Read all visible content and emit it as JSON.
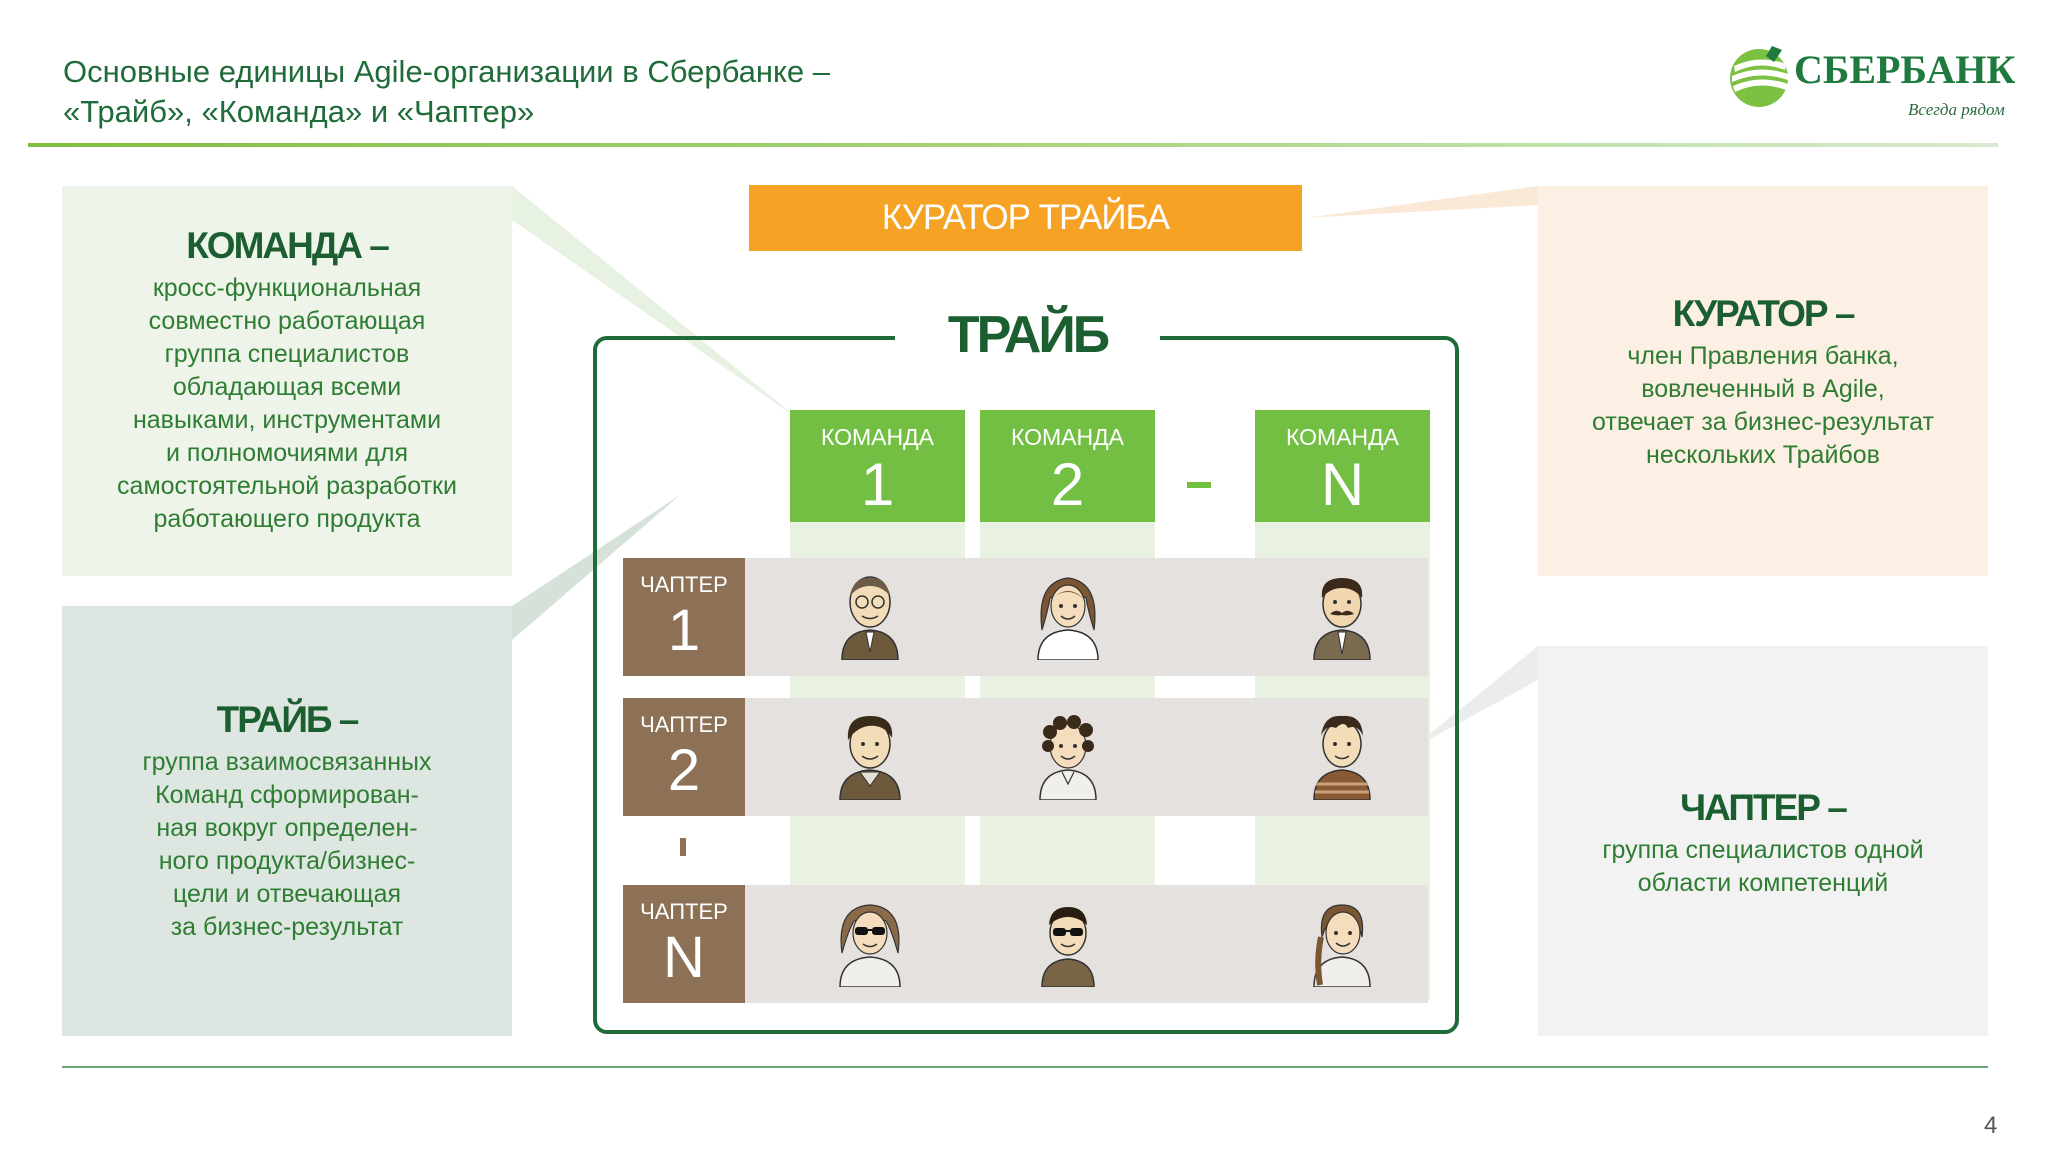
{
  "slide": {
    "title": "Основные единицы Agile-организации в Сбербанке –\n«Трайб», «Команда» и «Чаптер»",
    "page_number": "4"
  },
  "logo": {
    "wordmark": "СБЕРБАНК",
    "slogan": "Всегда рядом",
    "color": "#1f7a3f"
  },
  "definitions": {
    "team": {
      "heading": "КОМАНДА –",
      "text": "кросс-функциональная\nсовместно работающая\nгруппа специалистов\nобладающая всеми\nнавыками, инструментами\nи полномочиями для\nсамостоятельной разработки\nработающего продукта"
    },
    "tribe": {
      "heading": "ТРАЙБ –",
      "text": "группа взаимосвязанных\nКоманд сформирован-\nная вокруг определен-\nного продукта/бизнес-\nцели и отвечающая\nза бизнес-результат"
    },
    "curator": {
      "heading": "КУРАТОР –",
      "text": "член Правления банка,\nвовлеченный в Agile,\nотвечает за бизнес-результат\nнескольких Трайбов"
    },
    "chapter": {
      "heading": "ЧАПТЕР –",
      "text": "группа специалистов одной\nобласти компетенций"
    }
  },
  "diagram": {
    "curator_bar": "КУРАТОР ТРАЙБА",
    "tribe_title": "ТРАЙБ",
    "teams": [
      {
        "label": "КОМАНДА",
        "number": "1"
      },
      {
        "label": "КОМАНДА",
        "number": "2"
      },
      {
        "label": "КОМАНДА",
        "number": "N"
      }
    ],
    "chapters": [
      {
        "label": "ЧАПТЕР",
        "number": "1",
        "people": [
          "person-glasses-icon",
          "person-long-hair-icon",
          "person-mustache-icon"
        ]
      },
      {
        "label": "ЧАПТЕР",
        "number": "2",
        "people": [
          "person-short-hair-icon",
          "person-curly-hair-icon",
          "person-striped-shirt-icon"
        ]
      },
      {
        "label": "ЧАПТЕР",
        "number": "N",
        "people": [
          "person-sunglasses-icon",
          "person-sunglasses-short-icon",
          "person-braid-icon"
        ]
      }
    ],
    "colors": {
      "team_header": "#72bf44",
      "chapter_header": "#8c7156",
      "curator": "#f6a224",
      "frame": "#1f6b3a"
    }
  }
}
